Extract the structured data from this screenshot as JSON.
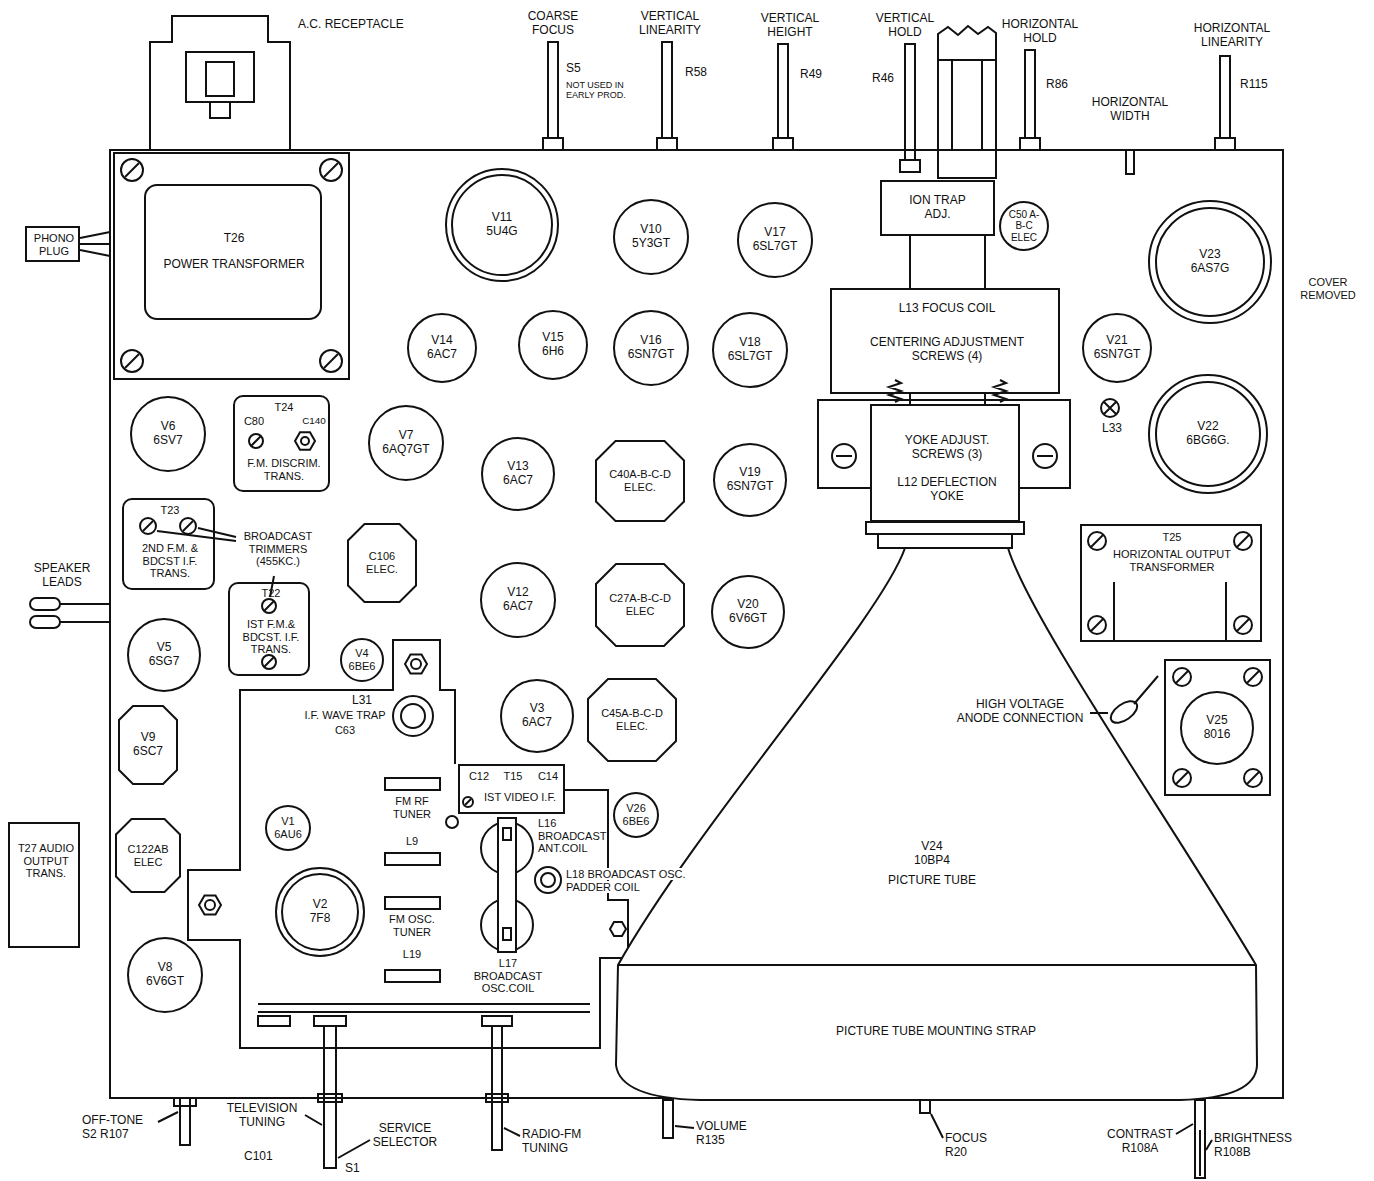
{
  "diagram": {
    "nodes": [
      {
        "text": [
          "T26",
          "POWER TRANSFORMER"
        ]
      },
      {
        "text": [
          "V11",
          "5U4G"
        ]
      },
      {
        "text": [
          "V10",
          "5Y3GT"
        ]
      },
      {
        "text": [
          "V17",
          "6SL7GT"
        ]
      },
      {
        "text": [
          "ION TRAP ADJ."
        ]
      },
      {
        "text": [
          "C50 A-B-C ELEC"
        ]
      },
      {
        "text": [
          "V23",
          "6AS7G"
        ]
      },
      {
        "text": [
          "L13 FOCUS COIL",
          "CENTERING ADJUSTMENT SCREWS (4)"
        ]
      },
      {
        "text": [
          "V14",
          "6AC7"
        ]
      },
      {
        "text": [
          "V15",
          "6H6"
        ]
      },
      {
        "text": [
          "V16",
          "6SN7GT"
        ]
      },
      {
        "text": [
          "V18",
          "6SL7GT"
        ]
      },
      {
        "text": [
          "V21",
          "6SN7GT"
        ]
      },
      {
        "text": [
          "V6",
          "6SV7"
        ]
      },
      {
        "text": [
          "T24",
          "C80",
          "C140",
          "F.M. DISCRIM. TRANS."
        ]
      },
      {
        "text": [
          "V7",
          "6AQ7GT"
        ]
      },
      {
        "text": [
          "V13",
          "6AC7"
        ]
      },
      {
        "text": [
          "C40A-B-C-D ELEC."
        ]
      },
      {
        "text": [
          "V19",
          "6SN7GT"
        ]
      },
      {
        "text": [
          "YOKE ADJUST. SCREWS (3)",
          "L12 DEFLECTION YOKE"
        ]
      },
      {
        "text": [
          "V22",
          "6BG6G."
        ]
      },
      {
        "text": [
          "T23",
          "2ND F.M. & BDCST I.F. TRANS."
        ]
      },
      {
        "text": [
          "C106 ELEC."
        ]
      },
      {
        "text": [
          "C27A-B-C-D ELEC"
        ]
      },
      {
        "text": [
          "V20",
          "6V6GT"
        ]
      },
      {
        "text": [
          "T25",
          "HORIZONTAL OUTPUT TRANSFORMER"
        ]
      },
      {
        "text": [
          "T22",
          "IST F.M.& BDCST. I.F. TRANS."
        ]
      },
      {
        "text": [
          "V5",
          "6SG7"
        ]
      },
      {
        "text": [
          "V4",
          "6BE6"
        ]
      },
      {
        "text": [
          "V12",
          "6AC7"
        ]
      },
      {
        "text": [
          "V9",
          "6SC7"
        ]
      },
      {
        "text": [
          "V3",
          "6AC7"
        ]
      },
      {
        "text": [
          "C45A-B-C-D ELEC."
        ]
      },
      {
        "text": [
          "V25",
          "8016"
        ]
      },
      {
        "text": [
          "C12",
          "T15",
          "C14",
          "IST VIDEO I.F."
        ]
      },
      {
        "text": [
          "V26",
          "6BE6"
        ]
      },
      {
        "text": [
          "C122AB ELEC"
        ]
      },
      {
        "text": [
          "V1",
          "6AU6"
        ]
      },
      {
        "text": [
          "V2",
          "7F8"
        ]
      },
      {
        "text": [
          "V24 10BP4",
          "PICTURE TUBE"
        ]
      },
      {
        "text": [
          "PICTURE TUBE MOUNTING STRAP"
        ],
        "in": 39
      },
      {
        "text": [
          "V8",
          "6V6GT"
        ]
      },
      {
        "text": [
          "T27 AUDIO OUTPUT TRANS."
        ]
      },
      {
        "text": [
          "PHONO PLUG"
        ]
      }
    ],
    "labels": [
      "A.C. RECEPTACLE",
      "COARSE FOCUS",
      "S5",
      "NOT USED IN EARLY PROD.",
      "VERTICAL LINEARITY",
      "R58",
      "VERTICAL HEIGHT",
      "R49",
      "VERTICAL HOLD",
      "R46",
      "HORIZONTAL HOLD",
      "R86",
      "HORIZONTAL WIDTH",
      "HORIZONTAL LINEARITY",
      "R115",
      "COVER REMOVED",
      "SPEAKER LEADS",
      "BROADCAST TRIMMERS (455KC.)",
      "L33",
      "HIGH VOLTAGE ANODE CONNECTION",
      "L31",
      "I.F. WAVE TRAP",
      "C63",
      "FM RF TUNER",
      "L9",
      "FM OSC. TUNER",
      "L19",
      "L16 BROADCAST ANT.COIL",
      "L18 BROADCAST OSC. PADDER COIL",
      "L17 BROADCAST OSC.COIL",
      "OFF-TONE S2 R107",
      "TELEVISION TUNING",
      "C101",
      "SERVICE SELECTOR",
      "S1",
      "RADIO-FM TUNING",
      "VOLUME R135",
      "FOCUS R20",
      "CONTRAST R108A",
      "BRIGHTNESS R108B"
    ]
  }
}
